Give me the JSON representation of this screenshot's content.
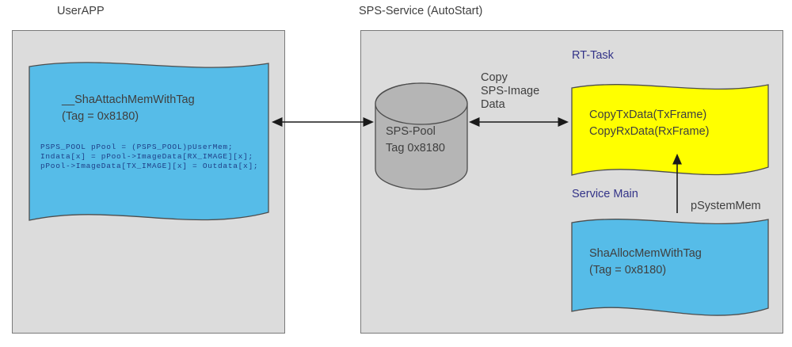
{
  "titles": {
    "user_app": "UserAPP",
    "sps_service": "SPS-Service (AutoStart)"
  },
  "user_app": {
    "attach_title": [
      "__ShaAttachMemWithTag",
      "(Tag = 0x8180)"
    ],
    "code_lines": [
      "PSPS_POOL pPool = (PSPS_POOL)pUserMem;",
      "Indata[x] = pPool->ImageData[RX_IMAGE][x];",
      "pPool->ImageData[TX_IMAGE][x] = Outdata[x];"
    ]
  },
  "sps_service": {
    "pool_label": [
      "SPS-Pool",
      "Tag 0x8180"
    ],
    "copy_label": [
      "Copy",
      "SPS-Image",
      "Data"
    ],
    "rt_task_label": "RT-Task",
    "rt_task_calls": [
      "CopyTxData(TxFrame)",
      "CopyRxData(RxFrame)"
    ],
    "service_main_label": "Service Main",
    "psystemmem_label": "pSystemMem",
    "alloc_title": [
      "ShaAllocMemWithTag",
      "(Tag = 0x8180)"
    ]
  },
  "colors": {
    "memory_blue": "#56bce8",
    "rt_task_yellow": "#ffff00",
    "pool_gray": "#b5b5b5",
    "panel_gray": "#dcdcdc",
    "shape_stroke": "#4d4d4d",
    "label_purple": "#333388",
    "code_navy": "#1e3e87",
    "text_dark": "#3f3f3f",
    "arrow_black": "#1a1a1a"
  }
}
